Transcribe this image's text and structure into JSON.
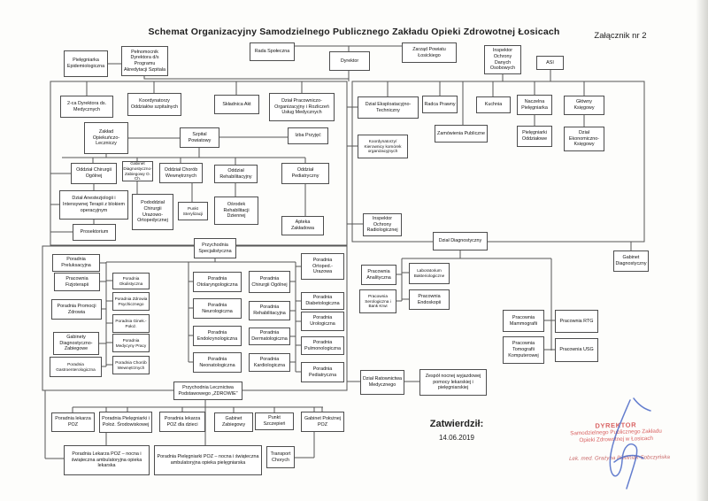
{
  "document": {
    "title": "Schemat Organizacyjny Samodzielnego Publicznego Zakładu Opieki Zdrowotnej Łosicach",
    "attachment_label": "Załącznik nr 2",
    "approval": {
      "label": "Zatwierdził:",
      "date": "14.06.2019"
    },
    "stamp": {
      "title": "DYREKTOR",
      "line2": "Samodzielnego Publicznego Zakładu",
      "line3": "Opieki Zdrowotnej w Łosicach",
      "signer": "Lek. med. Grażyna Pielliniak-Sobczyńska"
    },
    "colors": {
      "line": "#555555",
      "stamp_red": "#d96161",
      "signature_blue": "#3f5fc4"
    }
  },
  "nodes": {
    "pielegniarka_epidemiologiczna": "Pielęgniarka Epidemiologiczna",
    "pelnomocnik": "Pełnomocnik Dyrektora d/s Programu Akredytacji Szpitala",
    "rada_spoleczna": "Rada Społeczna",
    "dyrektor": "Dyrektor",
    "zarzad_powiatu": "Zarząd Powiatu Łosickiego",
    "iodo": "Inspektor Ochrony Danych Osobowych",
    "asi": "ASI",
    "zca_dyrektora": "2-ca Dyrektora ds. Medycznych",
    "koordynatorzy_oddzialow": "Koordynatorzy Oddziałów szpitalnych",
    "skladnica_akt": "Składnica Akt",
    "dzial_pracowniczo": "Dział Pracowniczo-Organizacyjny i Rozliczeń Usług Medycznych",
    "zaklad_opiekunczo": "Zakład Opiekuńczo-Leczniczy",
    "szpital_powiatowy": "Szpital Powiatowy",
    "izba_przyjec": "Izba Przyjęć",
    "oddzial_chirurgii": "Oddział Chirurgii Ogólnej",
    "gabinet_diag_zab_och": "Gabinet Diagnostyczno-Zabiegowy O. Ch.",
    "oddzial_chorob_wewn": "Oddział Chorób Wewnętrznych",
    "oddzial_rehabilitacyjny": "Oddział Rehabilitacyjny",
    "oddzial_pediatryczny": "Oddział Pediatryczny",
    "dzial_anestezjologii": "Dział Anestezjologii i Intensywnej Terapii z blokiem operacyjnym",
    "pododdzial_chirurgii": "Pododdział Chirurgii Urazowo-Ortopedycznej",
    "punkt_sterylizacji": "Punkt Sterylizacji",
    "osrodek_rehab": "Ośrodek Rehabilitacji Dziennej",
    "apteka_zakladowa": "Apteka Zakładowa",
    "prosektorium": "Prosektorium",
    "dzial_eksploatacyjno": "Dział Eksploatacyjno-Techniczny",
    "radca_prawny": "Radca Prawny",
    "kuchnia": "Kuchnia",
    "naczelna_pielegniarka": "Naczelna Pielęgniarka",
    "glowny_ksiegowy": "Główny Księgowy",
    "koordynatorzy_kierownicy": "Koordynatorzy/ Kierownicy komórek organizacyjnych",
    "zamowienia_publiczne": "Zamówienia Publiczne",
    "pielegniarki_oddzialowe": "Pielęgniarki Oddziałowe",
    "dzial_ekonomiczno": "Dział Ekonomiczno-Księgowy",
    "inspektor_radiologicznej": "Inspektor Ochrony Radiologicznej",
    "dzial_diagnostyczny": "Dział Diagnostyczny",
    "gabinet_diagnostyczny": "Gabinet Diagnostyczny",
    "pracownia_analityczna": "Pracownia Analityczna",
    "laboratorium_bakteriologiczne": "Laboratorium Bakteriologiczne",
    "pracownia_serologiczna": "Pracownia Serologiczna i Bank Krwi",
    "pracownia_endoskopii": "Pracownia Endoskopii",
    "pracownia_mammografii": "Pracownia Mammografii",
    "pracownia_rtg": "Pracownia RTG",
    "pracownia_tomografii": "Pracownia Tomografii Komputerowej",
    "pracownia_usg": "Pracownia USG",
    "przychodnia_specjalistyczna": "Przychodnia Specjalistyczna",
    "poradnia_preluksacyjna": "Poradnia Preluksacyjna",
    "pracownia_fizjoterapii": "Pracownia Fizjoterapii",
    "poradnia_promocji": "Poradnia Promocji Zdrowia",
    "gabinety_diag_zab": "Gabinety Diagnostyczno-Zabiegowe",
    "poradnia_gastro": "Poradnia Gastroenterologiczna",
    "poradnia_okulistyczna": "Poradnia Okulistyczna",
    "poradnia_zdrowia_psych": "Poradnia Zdrowia Psychicznego",
    "poradnia_ginek": "Poradnia Ginek.-Położ.",
    "poradnia_medycyny_pracy": "Poradnia Medycyny Pracy",
    "poradnia_chorob_wewn": "Poradnia Chorób Wewnętrznych",
    "poradnia_otolaryngologiczna": "Poradnia Otolaryngologiczna",
    "poradnia_neurologiczna": "Poradnia Neurologiczna",
    "poradnia_endokrynologiczna": "Poradnia Endokrynologiczna",
    "poradnia_neonatologiczna": "Poradnia Neonatologiczna",
    "poradnia_chirurgii": "Poradnia Chirurgii Ogólnej",
    "poradnia_rehabilitacyjna": "Poradnia Rehabilitacyjna",
    "poradnia_dermatologiczna": "Poradnia Dermatologiczna",
    "poradnia_kardiologiczna": "Poradnia Kardiologiczna",
    "poradnia_ortopedyczna": "Poradnia Ortoped.- Urazowa",
    "poradnia_diabetologiczna": "Poradnia Diabetologiczna",
    "poradnia_urologiczna": "Poradnia Urologiczna",
    "poradnia_pulmonologiczna": "Poradnia Pulmonologiczna",
    "poradnia_pediatryczna": "Poradnia Pediatryczna",
    "dzial_ratownictwa": "Dział Ratownictwa Medycznego",
    "zespol_nocnej": "Zespół nocnej wyjazdowej pomocy lekarskiej i pielęgniarskiej",
    "przychodnia_poz": "Przychodnia Lecznictwa Podstawowego „ZDROWIE”",
    "poradnia_lekarza_poz": "Poradnia lekarza POZ",
    "poradnia_pielegniarki_srod": "Poradnia Pielęgniarki i Położ. Środowiskowej",
    "poradnia_lekarza_poz_dzieci": "Poradnia lekarza POZ dla dzieci",
    "gabinet_zabiegowy": "Gabinet Zabiegowy",
    "punkt_szczepien": "Punkt Szczepień",
    "gabinet_poloznej": "Gabinet Położnej POZ",
    "poradnia_lekarza_nocna": "Poradnia Lekarza POZ – nocna i świąteczna ambulatoryjna opieka lekarska",
    "poradnia_pielegniarki_nocna": "Poradnia Pielęgniarki POZ – nocna i świąteczna ambulatoryjna opieka pielęgniarska",
    "transport_chorych": "Transport Chorych"
  }
}
